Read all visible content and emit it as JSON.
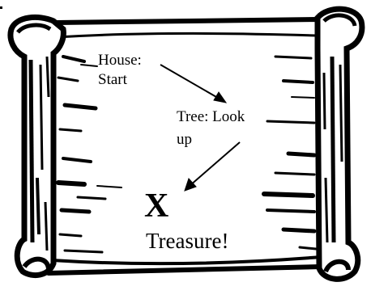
{
  "map": {
    "house_line1": "House:",
    "house_line2": "Start",
    "tree_line1": "Tree: Look",
    "tree_line2": "up",
    "x_mark": "X",
    "treasure_label": "Treasure!"
  },
  "colors": {
    "ink": "#000000",
    "paper": "#ffffff"
  },
  "icons": {
    "scroll": "parchment-scroll-icon",
    "arrow": "arrow-icon"
  }
}
